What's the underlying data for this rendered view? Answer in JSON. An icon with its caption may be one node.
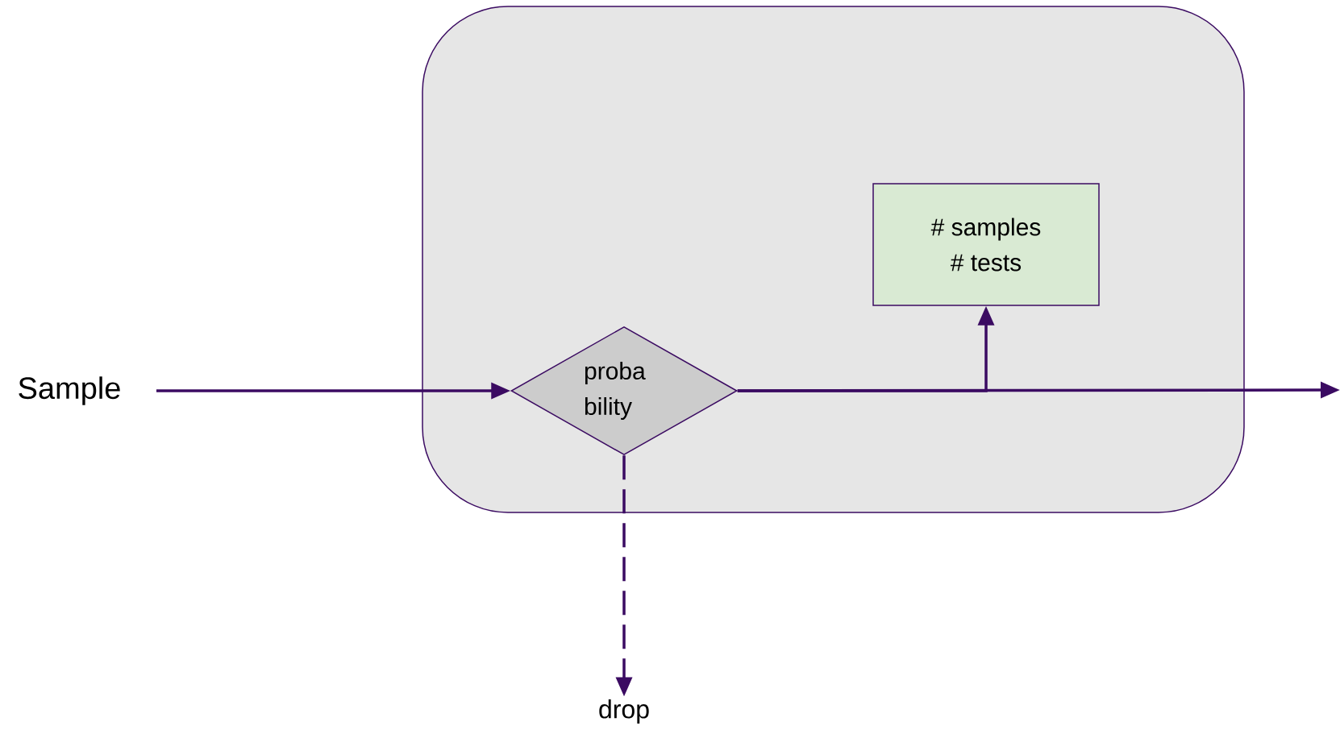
{
  "diagram": {
    "nodes": [
      {
        "text": [],
        "shape": "box"
      },
      {
        "text": [
          "Sample"
        ]
      },
      {
        "text": [
          "proba bility"
        ],
        "in": 0
      },
      {
        "text": [
          "# samples",
          "# tests"
        ],
        "in": 0
      },
      {
        "text": [
          "drop"
        ]
      }
    ],
    "edges": [
      {
        "from": 1,
        "to": 2,
        "arrow": "to"
      },
      {
        "from": 2,
        "to": 3,
        "arrow": "to"
      },
      {
        "from": 2,
        "to": null,
        "arrow": "to"
      },
      {
        "from": 2,
        "to": 4,
        "arrow": "to",
        "style": "dashed"
      }
    ]
  }
}
